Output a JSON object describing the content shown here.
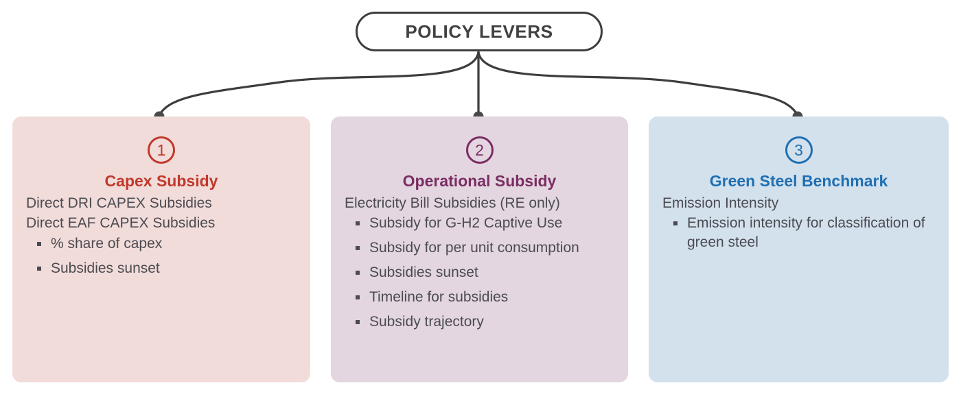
{
  "header": {
    "title": "POLICY LEVERS",
    "border_color": "#3d3d3d",
    "text_color": "#404040"
  },
  "connector": {
    "line_color": "#3d3d3d",
    "dot_color": "#4a4a4a"
  },
  "cards": [
    {
      "number": "1",
      "heading": "Capex Subsidy",
      "lead": [
        "Direct DRI CAPEX Subsidies",
        "Direct EAF CAPEX Subsidies"
      ],
      "bullets": [
        "% share of capex",
        "Subsidies sunset"
      ],
      "bg_color": "#f2dcda",
      "accent_color": "#c0392b",
      "body_color": "#4b4b52"
    },
    {
      "number": "2",
      "heading": "Operational Subsidy",
      "lead": [
        "Electricity Bill Subsidies (RE only)"
      ],
      "bullets": [
        "Subsidy for G-H2 Captive Use",
        "Subsidy for per unit consumption",
        "Subsidies sunset",
        "Timeline for subsidies",
        "Subsidy trajectory"
      ],
      "bg_color": "#e3d6e0",
      "accent_color": "#7b2d63",
      "body_color": "#4b4b52"
    },
    {
      "number": "3",
      "heading": "Green Steel Benchmark",
      "lead": [
        "Emission Intensity"
      ],
      "bullets": [
        "Emission intensity for classification of green steel"
      ],
      "bg_color": "#d3e1ed",
      "accent_color": "#1f6fb2",
      "body_color": "#4b4b52"
    }
  ]
}
